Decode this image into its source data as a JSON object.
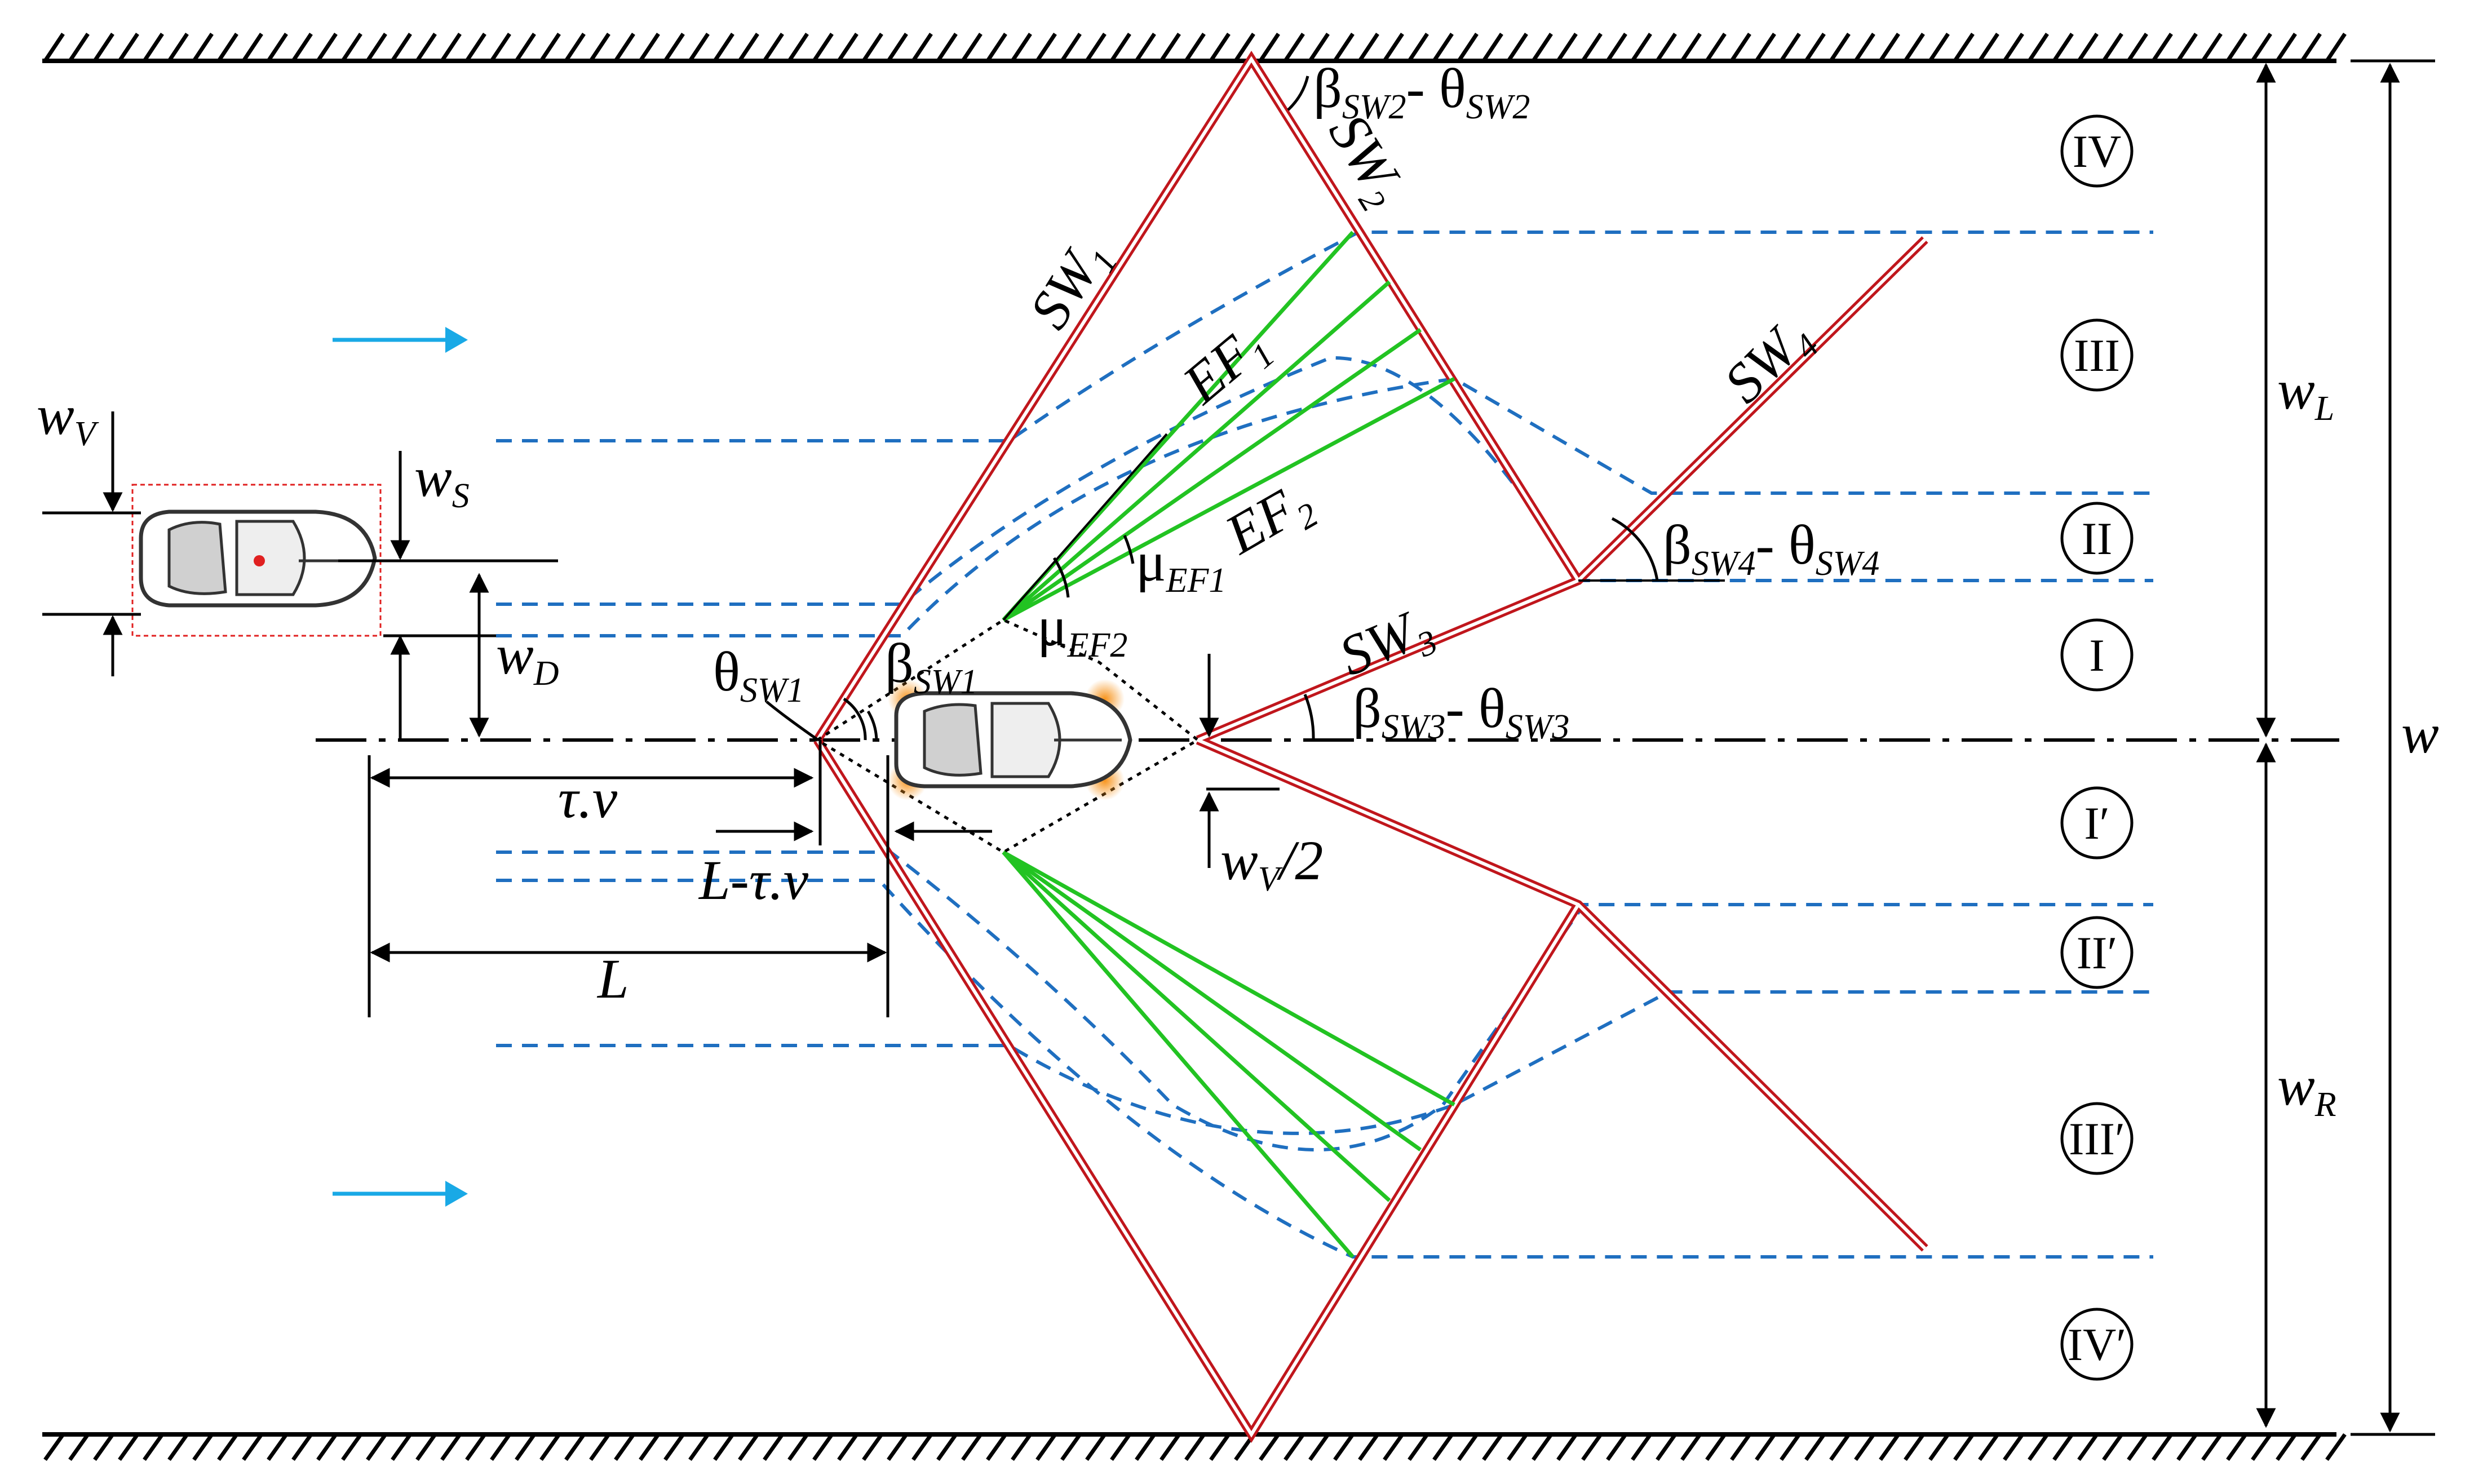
{
  "colors": {
    "wall": "#000000",
    "shock_wave": "#c0161c",
    "expansion_fan": "#22c322",
    "streamline": "#1f6fc0",
    "flow_arrow": "#19a9e6",
    "sensor_glow": "#f7941d"
  },
  "labels": {
    "sw1": {
      "main": "SW",
      "sub": "1"
    },
    "sw2": {
      "main": "SW",
      "sub": "2"
    },
    "sw3": {
      "main": "SW",
      "sub": "3"
    },
    "sw4": {
      "main": "SW",
      "sub": "4"
    },
    "ef1": {
      "main": "EF",
      "sub": "1"
    },
    "ef2": {
      "main": "EF",
      "sub": "2"
    },
    "mu_ef1": {
      "main": "μ",
      "sub": "EF1"
    },
    "mu_ef2": {
      "main": "μ",
      "sub": "EF2"
    },
    "theta_sw1": {
      "main": "θ",
      "sub": "SW1"
    },
    "beta_sw1": {
      "main": "β",
      "sub": "SW1"
    },
    "angle_sw2": {
      "b": "β",
      "b_sub": "SW2",
      "sep": "- θ",
      "t_sub": "SW2"
    },
    "angle_sw3": {
      "b": "β",
      "b_sub": "SW3",
      "sep": "- θ",
      "t_sub": "SW3"
    },
    "angle_sw4": {
      "b": "β",
      "b_sub": "SW4",
      "sep": "- θ",
      "t_sub": "SW4"
    },
    "wV": {
      "main": "w",
      "sub": "V"
    },
    "wS": {
      "main": "w",
      "sub": "S"
    },
    "wD": {
      "main": "w",
      "sub": "D"
    },
    "wL": {
      "main": "w",
      "sub": "L"
    },
    "wR": {
      "main": "w",
      "sub": "R"
    },
    "w": "w",
    "wV_half": {
      "main": "w",
      "sub": "V",
      "tail": "/2"
    },
    "tau_v": "τ.v",
    "L_minus_tau_v": "L-τ.v",
    "L": "L"
  },
  "regions": {
    "upper": [
      "IV",
      "III",
      "II",
      "I"
    ],
    "lower": [
      "I′",
      "II′",
      "III′",
      "IV′"
    ]
  }
}
